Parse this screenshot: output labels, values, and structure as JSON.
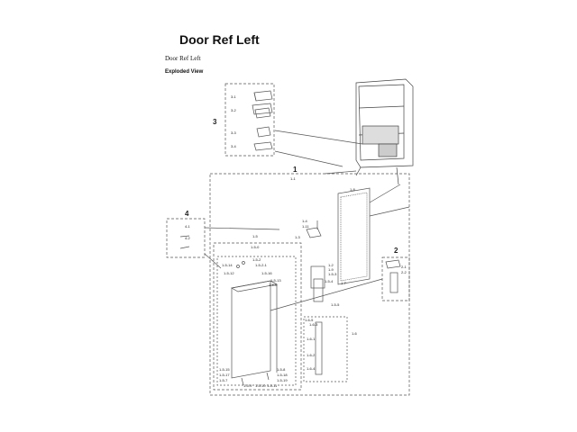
{
  "header": {
    "title": "Door Ref Left",
    "subtitle": "Door Ref Left",
    "view_label": "Exploded View"
  },
  "groups": {
    "g1": "1",
    "g2": "2",
    "g3": "3",
    "g4": "4"
  },
  "parts": {
    "p3_1": "3-1",
    "p3_2": "3-2",
    "p3_3": "3-3",
    "p3_4": "3-4",
    "p1_1": "1-1",
    "p1_6": "1-6",
    "p1_2": "1-2",
    "p1_4": "1-4",
    "p1_11": "1-11",
    "p1_3": "1-3",
    "p1_5": "1-5",
    "p1_5_0": "1-5-0",
    "p1_5_2": "1-5-2",
    "p1_5_3": "1-5-3",
    "p1_5_4": "1-5-4",
    "p1_7": "1-7",
    "p1_8": "1-8",
    "p1_9": "1-9",
    "p4_1": "4-1",
    "p4_2": "4-2",
    "p2_1": "2-1",
    "p2_2": "2-2",
    "p1_5_14": "1-5-14",
    "p1_5_2_1": "1-5-2-1",
    "p1_5_12": "1-5-12",
    "p1_5_16": "1-5-16",
    "p1_5_13": "1-5-13",
    "p1_5_5": "1-5-5",
    "p1_5_6": "1-5-6",
    "p1_5_7": "1-5-7",
    "p1_5_8": "1-5-8",
    "p1_5_9": "1-5-9",
    "p1_5_10": "1-5-10",
    "p1_5_11": "1-5-11",
    "p1_5_15": "1-5-15",
    "p1_5_17": "1-5-17",
    "p1_5_18": "1-5-18",
    "p1_5_19": "1-5-19",
    "p1_6_1": "1-6-1",
    "p1_6_2": "1-6-2",
    "p1_6_3": "1-6-3",
    "p1_6_4": "1-6-4",
    "p1_6_5": "1-6-5"
  }
}
